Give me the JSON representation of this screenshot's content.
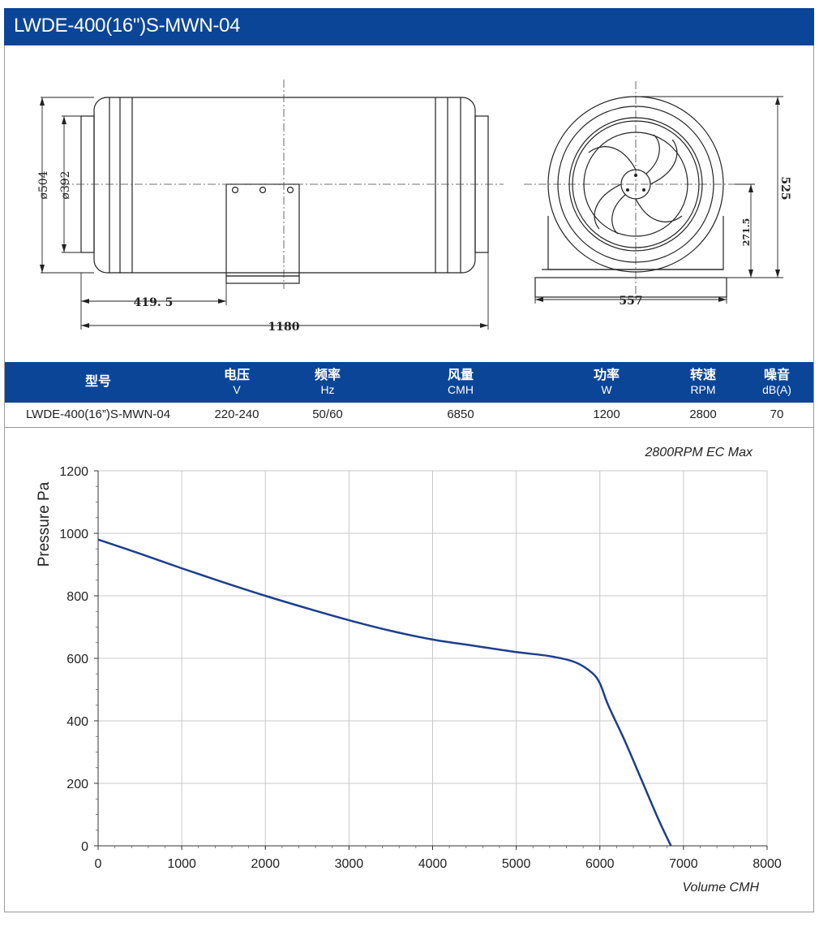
{
  "header": {
    "title": "LWDE-400(16\")S-MWN-04"
  },
  "drawing": {
    "dims": {
      "d504": "ø504",
      "d392": "ø392",
      "w4195": "419. 5",
      "w1180": "1180",
      "h525": "525",
      "h2715": "271.5",
      "w557": "557"
    }
  },
  "spec_table": {
    "columns": [
      {
        "zh": "型号",
        "unit": ""
      },
      {
        "zh": "电压",
        "unit": "V"
      },
      {
        "zh": "频率",
        "unit": "Hz"
      },
      {
        "zh": "风量",
        "unit": "CMH"
      },
      {
        "zh": "功率",
        "unit": "W"
      },
      {
        "zh": "转速",
        "unit": "RPM"
      },
      {
        "zh": "噪音",
        "unit": "dB(A)"
      }
    ],
    "row": [
      "LWDE-400(16”)S-MWN-04",
      "220-240",
      "50/60",
      "6850",
      "1200",
      "2800",
      "70"
    ]
  },
  "chart_data": {
    "type": "line",
    "title": "2800RPM EC Max",
    "xlabel": "Volume CMH",
    "ylabel": "Pressure  Pa",
    "xlim": [
      0,
      8000
    ],
    "ylim": [
      0,
      1200
    ],
    "xticks": [
      0,
      1000,
      2000,
      3000,
      4000,
      5000,
      6000,
      7000,
      8000
    ],
    "yticks": [
      0,
      200,
      400,
      600,
      800,
      1000,
      1200
    ],
    "grid": true,
    "line_color": "#1c3f8c",
    "series": [
      {
        "x": [
          0,
          500,
          1000,
          1500,
          2000,
          2500,
          3000,
          3500,
          4000,
          4500,
          5000,
          5400,
          5700,
          5900,
          6000,
          6100,
          6300,
          6500,
          6700,
          6850
        ],
        "y": [
          980,
          935,
          888,
          843,
          800,
          760,
          722,
          688,
          660,
          640,
          620,
          607,
          588,
          555,
          520,
          450,
          335,
          210,
          85,
          0
        ]
      }
    ]
  }
}
